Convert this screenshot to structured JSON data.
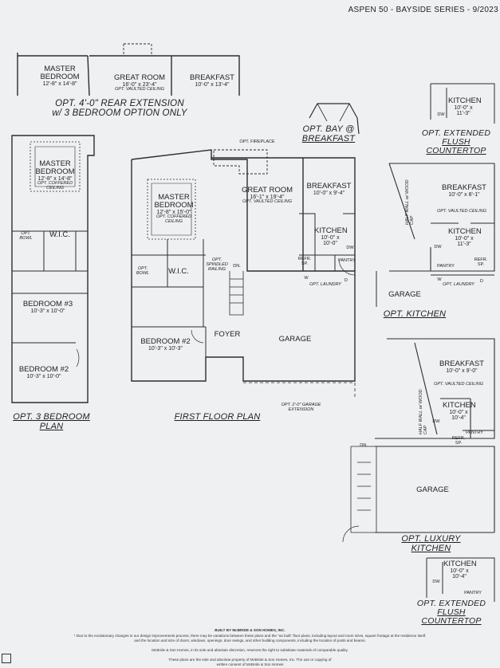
{
  "header": {
    "series": "ASPEN 50 - BAYSIDE SERIES - 9/2023"
  },
  "rear_extension": {
    "rooms": [
      {
        "name": "MASTER",
        "name2": "BEDROOM",
        "dim": "12'-8\" x 14'-8\""
      },
      {
        "name": "GREAT ROOM",
        "dim": "16'-0\" x 23'-4\"",
        "note": "OPT. VAULTED CEILING"
      },
      {
        "name": "BREAKFAST",
        "dim": "10'-0\" x 13'-4\""
      }
    ],
    "title_line1": "OPT. 4'-0\" REAR EXTENSION",
    "title_line2": "w/ 3 BEDROOM OPTION ONLY"
  },
  "opt_bay": {
    "line1": "OPT. BAY @",
    "line2": "BREAKFAST"
  },
  "three_bedroom": {
    "title": "OPT. 3 BEDROOM PLAN",
    "master": {
      "name": "MASTER",
      "name2": "BEDROOM",
      "dim": "12'-8\" x 14'-8\"",
      "note": "OPT. COFFERED CEILING"
    },
    "opt_bowl": "OPT. BOWL",
    "wic": "W.I.C.",
    "bedroom3": {
      "name": "BEDROOM #3",
      "dim": "10'-3\" x 10'-0\""
    },
    "bedroom2": {
      "name": "BEDROOM #2",
      "dim": "10'-3\" x 10'-0\""
    }
  },
  "first_floor": {
    "title": "FIRST FLOOR PLAN",
    "opt_fireplace": "OPT. FIREPLACE",
    "great_room": {
      "name": "GREAT ROOM",
      "dim": "16'-1\" x 19'-4\"",
      "note": "OPT. VAULTED CEILING"
    },
    "breakfast": {
      "name": "BREAKFAST",
      "dim": "10'-0\" x 9'-4\""
    },
    "master": {
      "name": "MASTER",
      "name2": "BEDROOM",
      "dim": "12'-8\" x 15'-0\"",
      "note": "OPT. COFFERED CEILING"
    },
    "kitchen": {
      "name": "KITCHEN",
      "dim": "10'-0\" x",
      "dim2": "10'-0\""
    },
    "dw": "DW",
    "pantry": "PANTRY",
    "refr": "REFR.",
    "sp": "SP.",
    "laundry": "OPT. LAUNDRY",
    "w": "W",
    "d": "D",
    "opt_spindled": "OPT.",
    "spindled": "SPINDLED",
    "railing": "RAILING",
    "dn": "DN.",
    "opt_bowl": "OPT. BOWL",
    "wic": "W.I.C.",
    "foyer": "FOYER",
    "bedroom2": {
      "name": "BEDROOM #2",
      "dim": "10'-3\" x 10'-3\""
    },
    "garage": "GARAGE",
    "garage_ext": "OPT. 2'-0\" GARAGE",
    "garage_ext2": "EXTENSION"
  },
  "opt_kitchen": {
    "title": "OPT. KITCHEN",
    "breakfast": {
      "name": "BREAKFAST",
      "dim": "10'-0\" x 8'-1\""
    },
    "vaulted": "OPT. VAULTED CEILING",
    "half_wall": "HALF WALL w/ WOOD CAP",
    "kitchen": {
      "name": "KITCHEN",
      "dim": "10'-0\" x",
      "dim2": "11'-3\""
    },
    "dw": "DW",
    "pantry": "PANTRY",
    "refr": "REFR.",
    "sp": "SP.",
    "laundry": "OPT. LAUNDRY",
    "w": "W",
    "d": "D",
    "garage": "GARAGE"
  },
  "flush_top": {
    "title_line1": "OPT. EXTENDED",
    "title_line2": "FLUSH COUNTERTOP",
    "kitchen": {
      "name": "KITCHEN",
      "dim": "10'-0\" x",
      "dim2": "11'-3\""
    },
    "dw": "DW"
  },
  "luxury_kitchen": {
    "title": "OPT. LUXURY KITCHEN",
    "breakfast": {
      "name": "BREAKFAST",
      "dim": "10'-0\" x 9'-0\""
    },
    "vaulted": "OPT. VAULTED CEILING",
    "half_wall": "HALF WALL w/ WOOD CAP",
    "kitchen": {
      "name": "KITCHEN",
      "dim": "10'-0\" x",
      "dim2": "10'-4\""
    },
    "dw": "DW",
    "pantry": "PANTRY",
    "refr": "REFR.",
    "sp": "SP.",
    "dn": "DN.",
    "garage": "GARAGE"
  },
  "flush_bottom": {
    "title_line1": "OPT. EXTENDED",
    "title_line2": "FLUSH COUNTERTOP",
    "kitchen": {
      "name": "KITCHEN",
      "dim": "10'-0\" x",
      "dim2": "10'-4\""
    },
    "dw": "DW",
    "pantry": "PANTRY"
  },
  "footer": {
    "builder": "BUILT BY McBRIDE & SON HOMES, INC.",
    "line1": "* Due to the evolutionary changes in our design improvements process, there may be variations between these plans and the \"as built\" floor plans, including layout and room sizes, square footage at the residence itself.",
    "line2": "and the location and size of doors, windows, openings, door swings, and other building components, including the location of posts and beams.",
    "line3": "McBride & Son Homes, in its sole and absolute discretion, reserves the right to substitute materials of comparable quality.",
    "line4": "These plans are the sole and absolute property of McBride & Son Homes, Inc. The use or copying of",
    "line5": "written consent of McBride & Son Homes"
  }
}
